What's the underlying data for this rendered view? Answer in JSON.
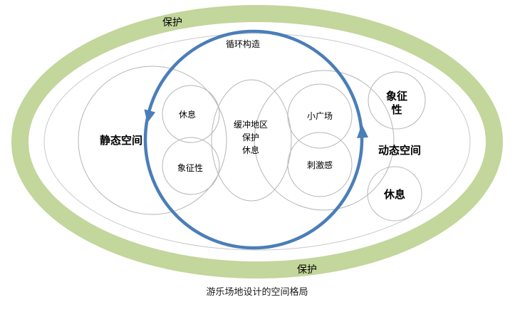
{
  "diagram": {
    "caption": "游乐场地设计的空间格局",
    "outer": {
      "protect_top": "保护",
      "protect_bottom": "保护"
    },
    "cycle": {
      "label": "循环构造"
    },
    "static_side": {
      "title": "静态空间",
      "rest": "休息",
      "symbolic": "象征性"
    },
    "buffer": {
      "line1": "缓冲地区",
      "line2": "保护",
      "line3": "休息"
    },
    "dynamic_side": {
      "title": "动态空间",
      "plaza": "小广场",
      "stimulation": "刺激感",
      "symbolic_line1": "象征",
      "symbolic_line2": "性",
      "rest": "休息"
    },
    "colors": {
      "ring_green": "#c3d69b",
      "arrow_blue": "#4a7eb8",
      "circle_stroke": "#b5b5b5",
      "inner_ellipse_stroke": "#c9c9c9"
    }
  }
}
